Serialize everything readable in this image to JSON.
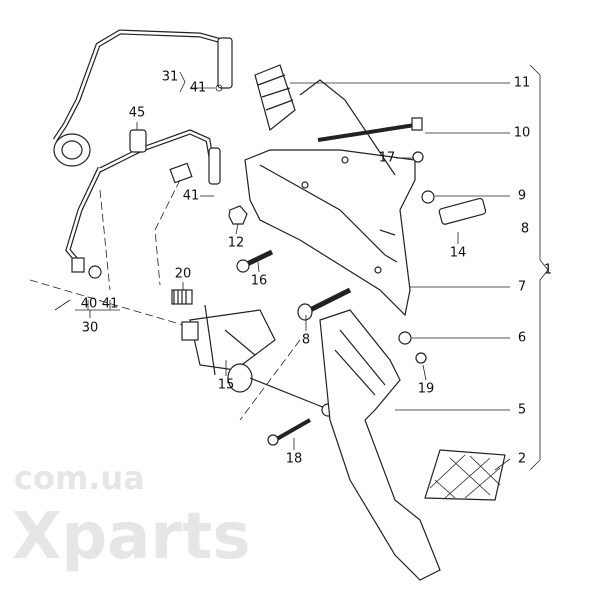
{
  "watermark": {
    "brand": "Xparts",
    "domain": "com.ua"
  },
  "callouts": [
    {
      "id": "c31",
      "text": "31"
    },
    {
      "id": "c41a",
      "text": "41"
    },
    {
      "id": "c45",
      "text": "45"
    },
    {
      "id": "c41b",
      "text": "41"
    },
    {
      "id": "c12",
      "text": "12"
    },
    {
      "id": "c16",
      "text": "16"
    },
    {
      "id": "c20",
      "text": "20"
    },
    {
      "id": "c40",
      "text": "40"
    },
    {
      "id": "c41c",
      "text": "41"
    },
    {
      "id": "c30",
      "text": "30"
    },
    {
      "id": "c15",
      "text": "15"
    },
    {
      "id": "c8a",
      "text": "8"
    },
    {
      "id": "c18",
      "text": "18"
    },
    {
      "id": "c11",
      "text": "11"
    },
    {
      "id": "c10",
      "text": "10"
    },
    {
      "id": "c17",
      "text": "17"
    },
    {
      "id": "c9",
      "text": "9"
    },
    {
      "id": "c8b",
      "text": "8"
    },
    {
      "id": "c14",
      "text": "14"
    },
    {
      "id": "c1",
      "text": "1"
    },
    {
      "id": "c7",
      "text": "7"
    },
    {
      "id": "c6",
      "text": "6"
    },
    {
      "id": "c19",
      "text": "19"
    },
    {
      "id": "c5",
      "text": "5"
    },
    {
      "id": "c2",
      "text": "2"
    }
  ]
}
